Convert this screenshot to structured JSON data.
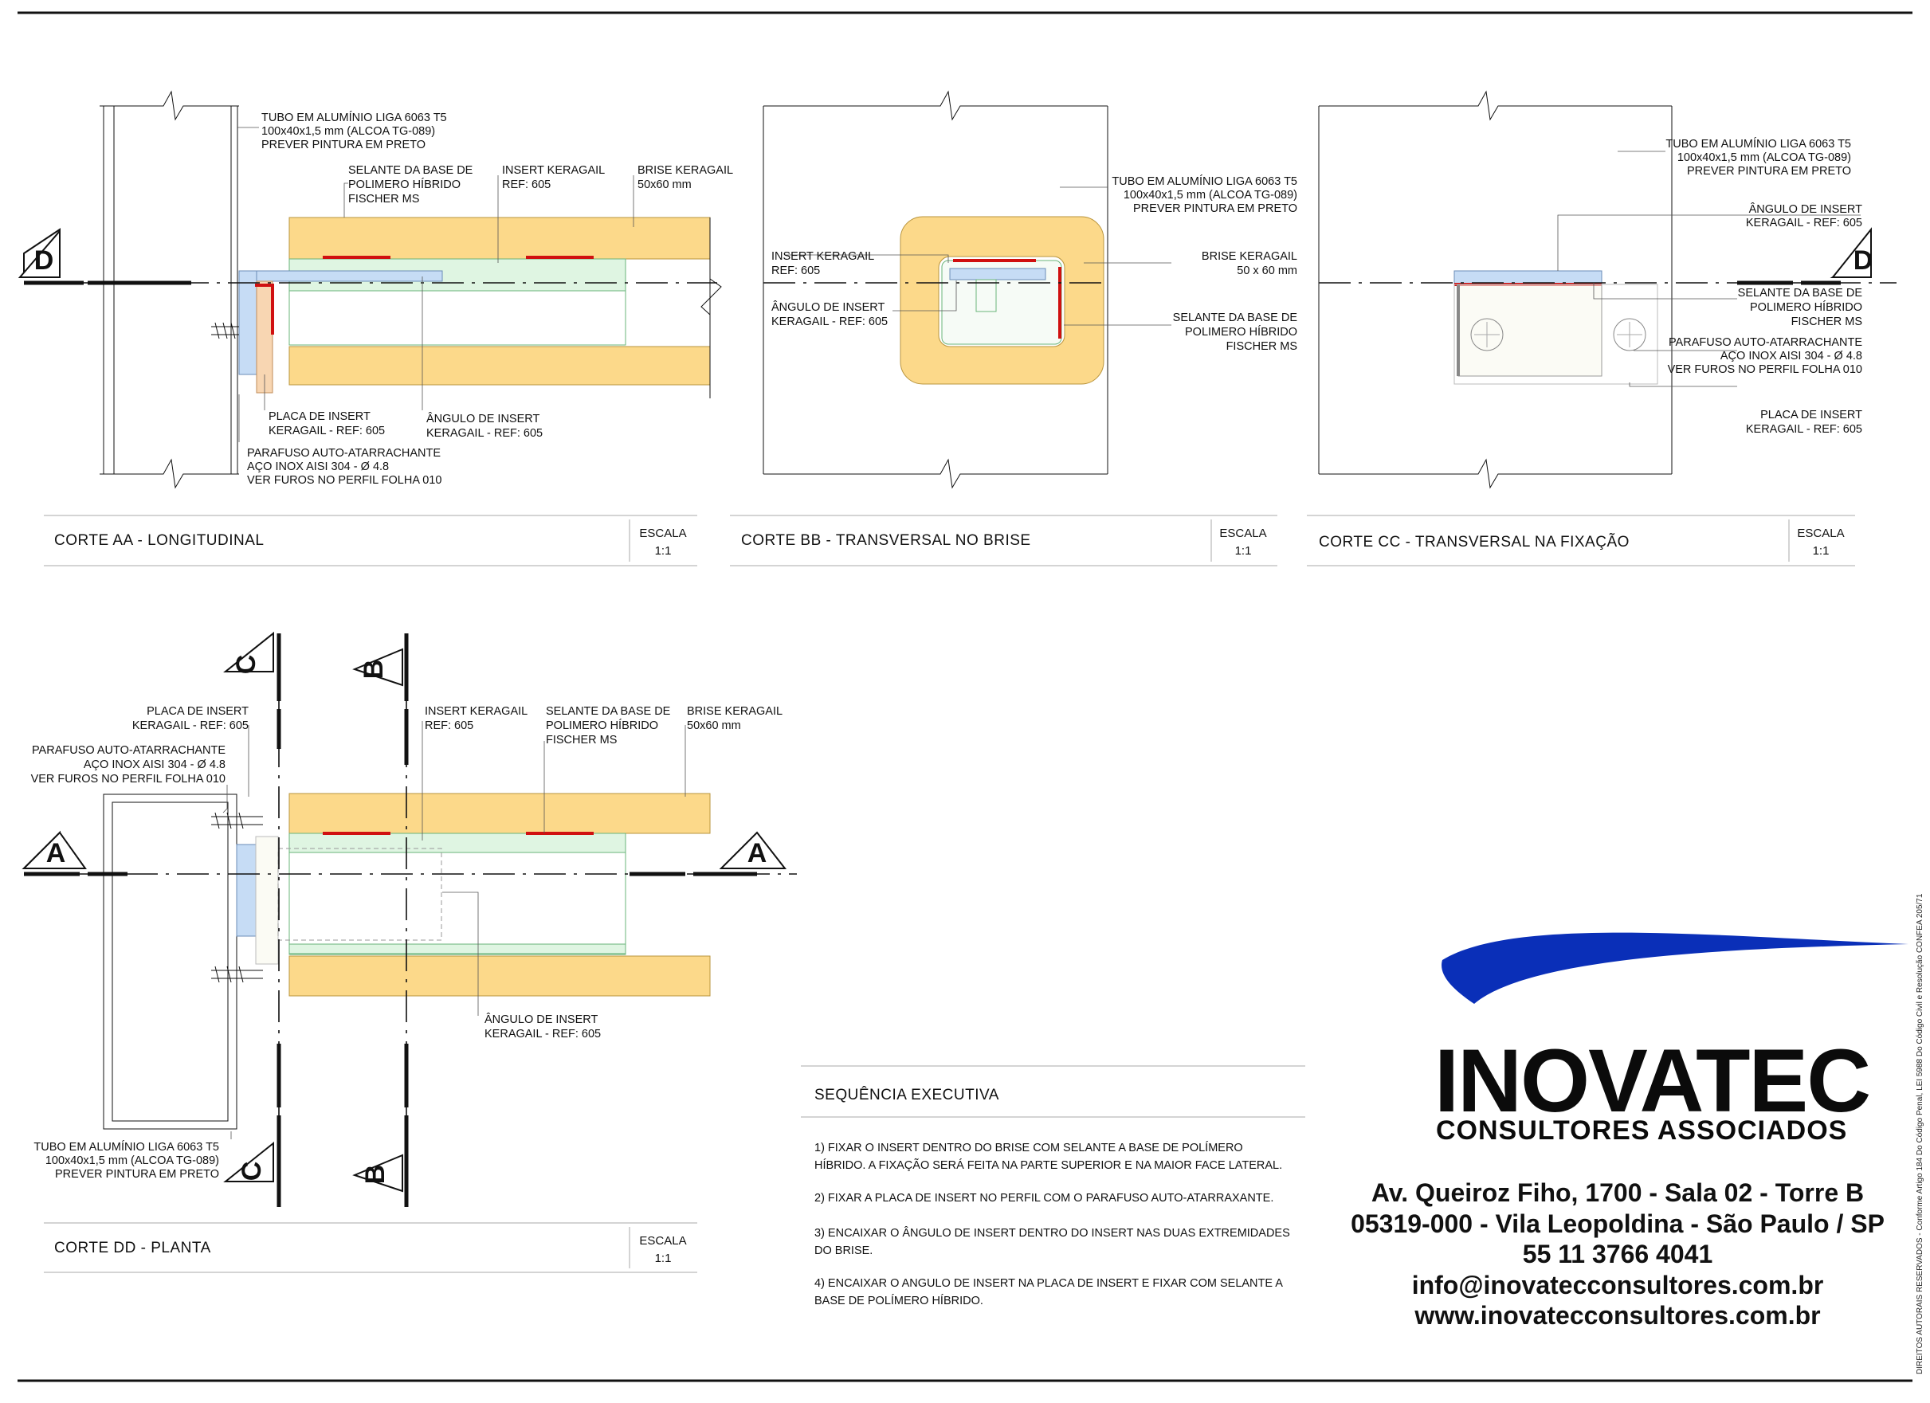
{
  "sections": {
    "aa": {
      "title": "CORTE AA - LONGITUDINAL",
      "scale_label": "ESCALA",
      "scale_value": "1:1",
      "marker": "D",
      "labels": {
        "tube": [
          "TUBO EM ALUMÍNIO LIGA 6063 T5",
          "100x40x1,5 mm (ALCOA TG-089)",
          "PREVER PINTURA EM PRETO"
        ],
        "sealant": [
          "SELANTE DA BASE DE",
          "POLIMERO HÍBRIDO",
          "FISCHER MS"
        ],
        "insert": [
          "INSERT KERAGAIL",
          "REF: 605"
        ],
        "brise": [
          "BRISE KERAGAIL",
          "50x60 mm"
        ],
        "plate": [
          "PLACA DE INSERT",
          "KERAGAIL - REF: 605"
        ],
        "angle": [
          "ÂNGULO DE INSERT",
          "KERAGAIL - REF: 605"
        ],
        "screw": [
          "PARAFUSO AUTO-ATARRACHANTE",
          "AÇO INOX AISI 304 - Ø 4.8",
          "VER FUROS NO PERFIL FOLHA 010"
        ]
      }
    },
    "bb": {
      "title": "CORTE BB - TRANSVERSAL NO BRISE",
      "scale_label": "ESCALA",
      "scale_value": "1:1",
      "labels": {
        "tube": [
          "TUBO EM ALUMÍNIO LIGA 6063 T5",
          "100x40x1,5 mm (ALCOA TG-089)",
          "PREVER PINTURA EM PRETO"
        ],
        "insert": [
          "INSERT KERAGAIL",
          "REF: 605"
        ],
        "brise": [
          "BRISE KERAGAIL",
          "50 x 60 mm"
        ],
        "angle": [
          "ÂNGULO DE INSERT",
          "KERAGAIL - REF: 605"
        ],
        "sealant": [
          "SELANTE DA BASE DE",
          "POLIMERO HÍBRIDO",
          "FISCHER MS"
        ]
      }
    },
    "cc": {
      "title": "CORTE CC - TRANSVERSAL NA FIXAÇÃO",
      "scale_label": "ESCALA",
      "scale_value": "1:1",
      "marker": "D",
      "labels": {
        "tube": [
          "TUBO EM ALUMÍNIO LIGA 6063 T5",
          "100x40x1,5 mm (ALCOA TG-089)",
          "PREVER PINTURA EM PRETO"
        ],
        "angle": [
          "ÂNGULO DE INSERT",
          "KERAGAIL - REF: 605"
        ],
        "sealant": [
          "SELANTE DA BASE DE",
          "POLIMERO HÍBRIDO",
          "FISCHER MS"
        ],
        "screw": [
          "PARAFUSO AUTO-ATARRACHANTE",
          "AÇO INOX AISI 304 - Ø 4.8",
          "VER FUROS NO PERFIL FOLHA 010"
        ],
        "plate": [
          "PLACA DE INSERT",
          "KERAGAIL - REF: 605"
        ]
      }
    },
    "dd": {
      "title": "CORTE DD - PLANTA",
      "scale_label": "ESCALA",
      "scale_value": "1:1",
      "markers": {
        "a": "A",
        "b": "B",
        "c": "C"
      },
      "labels": {
        "plate": [
          "PLACA DE INSERT",
          "KERAGAIL - REF: 605"
        ],
        "screw": [
          "PARAFUSO AUTO-ATARRACHANTE",
          "AÇO INOX AISI 304 - Ø 4.8",
          "VER FUROS NO PERFIL FOLHA 010"
        ],
        "insert": [
          "INSERT KERAGAIL",
          "REF: 605"
        ],
        "sealant": [
          "SELANTE DA BASE DE",
          "POLIMERO HÍBRIDO",
          "FISCHER MS"
        ],
        "brise": [
          "BRISE KERAGAIL",
          "50x60 mm"
        ],
        "angle": [
          "ÂNGULO DE INSERT",
          "KERAGAIL - REF: 605"
        ],
        "tube": [
          "TUBO EM ALUMÍNIO LIGA 6063 T5",
          "100x40x1,5 mm (ALCOA TG-089)",
          "PREVER PINTURA EM PRETO"
        ]
      }
    }
  },
  "sequence": {
    "title": "SEQUÊNCIA EXECUTIVA",
    "steps": [
      [
        "1) FIXAR O INSERT DENTRO DO BRISE COM SELANTE A BASE DE POLÍMERO",
        "HÍBRIDO. A FIXAÇÃO SERÁ FEITA NA PARTE SUPERIOR E NA MAIOR FACE LATERAL."
      ],
      [
        "2) FIXAR A PLACA DE INSERT NO PERFIL COM O PARAFUSO AUTO-ATARRAXANTE."
      ],
      [
        "3) ENCAIXAR O ÂNGULO DE INSERT DENTRO DO INSERT NAS DUAS EXTREMIDADES",
        "DO BRISE."
      ],
      [
        "4) ENCAIXAR O ANGULO DE INSERT NA PLACA DE INSERT E FIXAR COM SELANTE A",
        "BASE DE POLÍMERO HÍBRIDO."
      ]
    ]
  },
  "company": {
    "name": "INOVATEC",
    "subtitle": "CONSULTORES ASSOCIADOS",
    "address1": "Av. Queiroz Fiho, 1700 - Sala 02 - Torre B",
    "address2": "05319-000 - Vila Leopoldina - São Paulo / SP",
    "phone": "55 11 3766 4041",
    "email": "info@inovatecconsultores.com.br",
    "website": "www.inovatecconsultores.com.br",
    "logo_color": "#0a2fb8"
  },
  "copyright": "DIREITOS AUTORAIS RESERVADOS - Conforme Artigo 184 Do Código Penal, LEI 5988 Do Código Civil e Resolução CONFEA 205/71"
}
